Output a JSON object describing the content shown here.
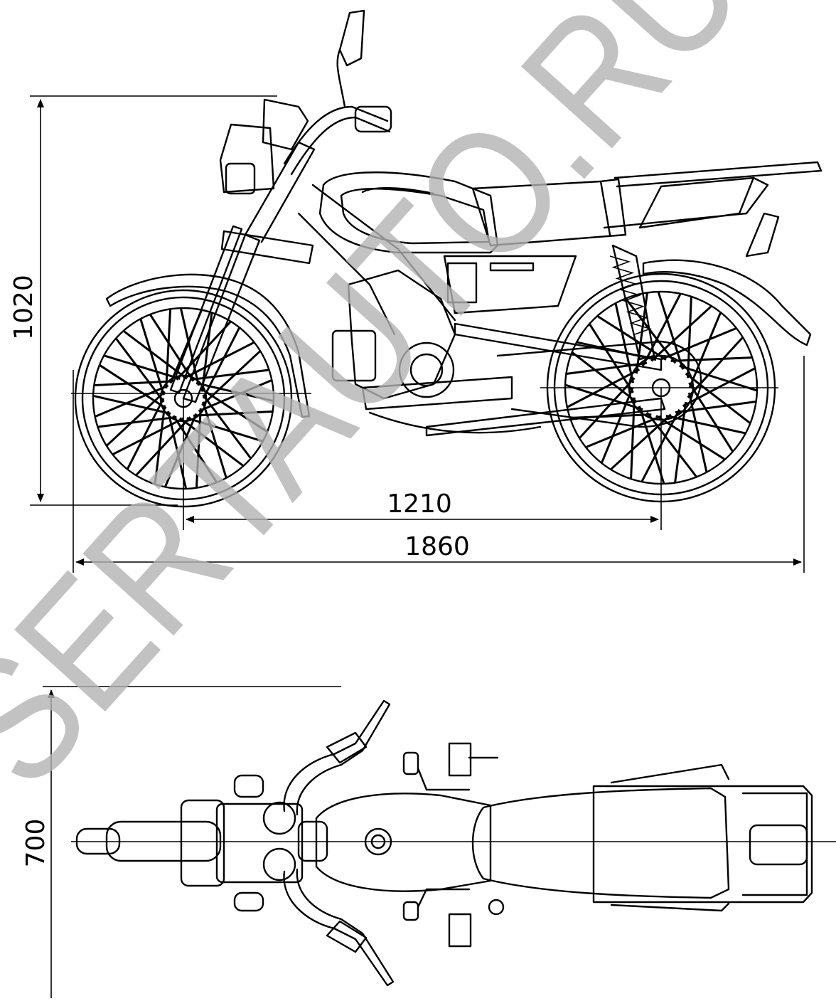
{
  "dimensions": {
    "height": "1020",
    "wheelbase": "1210",
    "length": "1860",
    "width": "700"
  },
  "watermark": {
    "text": "SERTAUTO.RU",
    "color": "#b3b3b3"
  },
  "views": [
    "side-view",
    "top-view"
  ]
}
